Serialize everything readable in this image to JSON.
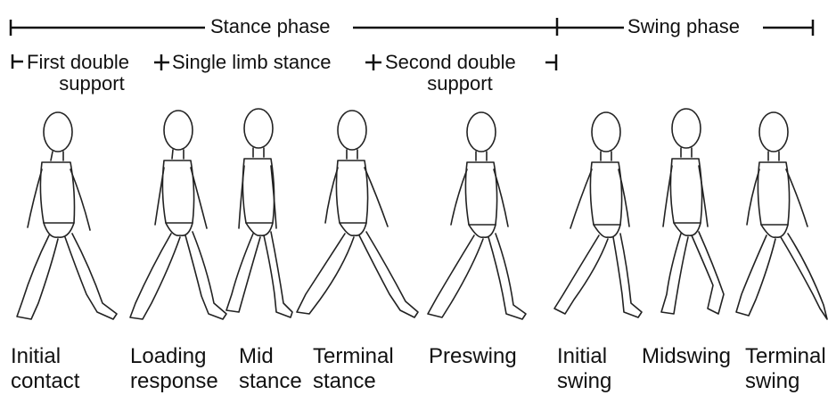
{
  "phases": {
    "stance": "Stance phase",
    "swing": "Swing phase"
  },
  "subphases": {
    "first_double_line1": "First double",
    "first_double_line2": "support",
    "single_limb": "Single limb stance",
    "second_double_line1": "Second double",
    "second_double_line2": "support"
  },
  "stages": [
    {
      "line1": "Initial",
      "line2": "contact"
    },
    {
      "line1": "Loading",
      "line2": "response"
    },
    {
      "line1": "Mid",
      "line2": "stance"
    },
    {
      "line1": "Terminal",
      "line2": "stance"
    },
    {
      "line1": "Preswing",
      "line2": ""
    },
    {
      "line1": "Initial",
      "line2": "swing"
    },
    {
      "line1": "Midswing",
      "line2": ""
    },
    {
      "line1": "Terminal",
      "line2": "swing"
    }
  ]
}
